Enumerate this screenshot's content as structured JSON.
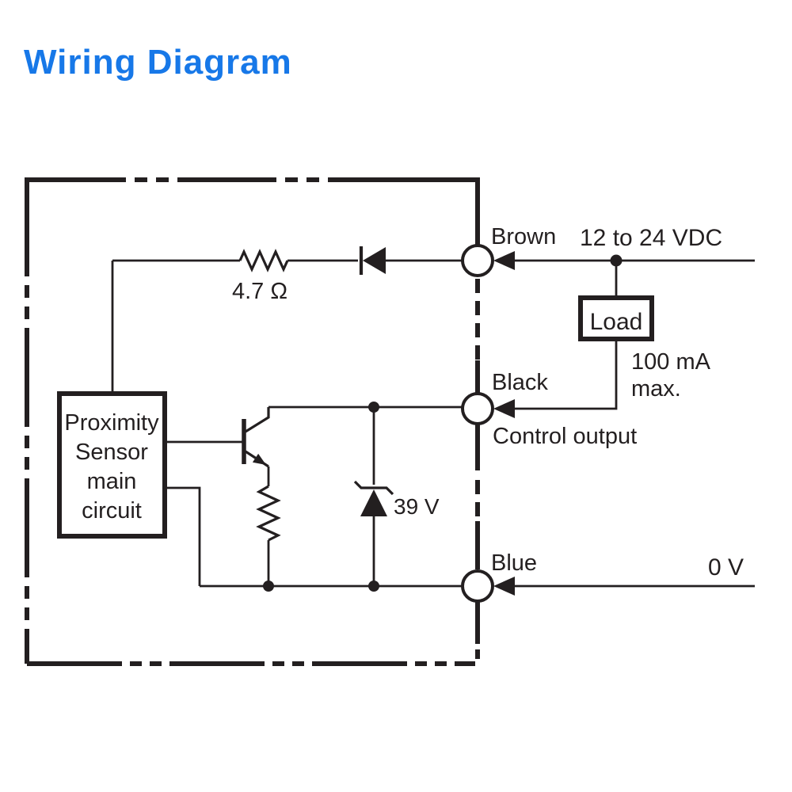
{
  "title": "Wiring Diagram",
  "colors": {
    "title_blue": "#1778e8",
    "ink": "#231f20"
  },
  "sensor": {
    "box_lines": [
      "Proximity",
      "Sensor",
      "main",
      "circuit"
    ]
  },
  "components": {
    "series_resistor": "4.7 Ω",
    "zener_voltage": "39 V",
    "load": "Load",
    "load_rating": [
      "100 mA",
      "max."
    ]
  },
  "wires": {
    "brown": {
      "label": "Brown",
      "supply": "12 to 24 VDC"
    },
    "black": {
      "label": "Black",
      "function": "Control output"
    },
    "blue": {
      "label": "Blue",
      "supply": "0 V"
    }
  }
}
